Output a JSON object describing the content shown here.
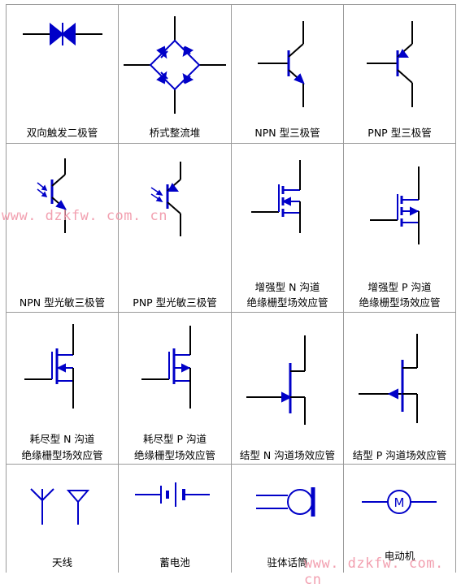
{
  "colors": {
    "stroke": "#0000c8",
    "line": "#000000",
    "watermark": "#f2a0b0",
    "grid": "#9a9a9a"
  },
  "cells": [
    {
      "name": "diac",
      "caption": "双向触发二极管"
    },
    {
      "name": "bridge-rectifier",
      "caption": "桥式整流堆"
    },
    {
      "name": "npn-transistor",
      "caption": "NPN 型三极管"
    },
    {
      "name": "pnp-transistor",
      "caption": "PNP 型三极管"
    },
    {
      "name": "npn-phototransistor",
      "caption": "NPN 型光敏三极管"
    },
    {
      "name": "pnp-phototransistor",
      "caption": "PNP 型光敏三极管"
    },
    {
      "name": "enh-nmos",
      "caption1": "增强型 N 沟道",
      "caption2": "绝缘栅型场效应管"
    },
    {
      "name": "enh-pmos",
      "caption1": "增强型 P 沟道",
      "caption2": "绝缘栅型场效应管"
    },
    {
      "name": "dep-nmos",
      "caption1": "耗尽型 N 沟道",
      "caption2": "绝缘栅型场效应管"
    },
    {
      "name": "dep-pmos",
      "caption1": "耗尽型 P 沟道",
      "caption2": "绝缘栅型场效应管"
    },
    {
      "name": "njfet",
      "caption": "结型 N 沟道场效应管"
    },
    {
      "name": "pjfet",
      "caption": "结型 P 沟道场效应管"
    },
    {
      "name": "antenna",
      "caption": "天线"
    },
    {
      "name": "battery",
      "caption": "蓄电池"
    },
    {
      "name": "electret-mic",
      "caption": "驻体话筒"
    },
    {
      "name": "motor",
      "caption": "电动机",
      "symbol": "M"
    }
  ],
  "watermarks": [
    "www. dzkfw. com. cn",
    "www. dzkfw. com. cn"
  ]
}
